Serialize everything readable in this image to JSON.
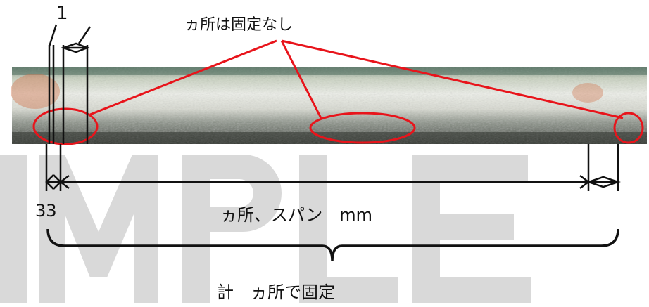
{
  "labels": {
    "top_number": "1",
    "top_note": "ヵ所は固定なし",
    "left_gap": "33",
    "span": "ヵ所、スパン　mm",
    "total": "計　ヵ所で固定"
  },
  "watermark": {
    "text": "SAMPLE",
    "color": "#d9d9d9"
  },
  "colors": {
    "annotation": "#e8141b",
    "dimension": "#111111"
  }
}
